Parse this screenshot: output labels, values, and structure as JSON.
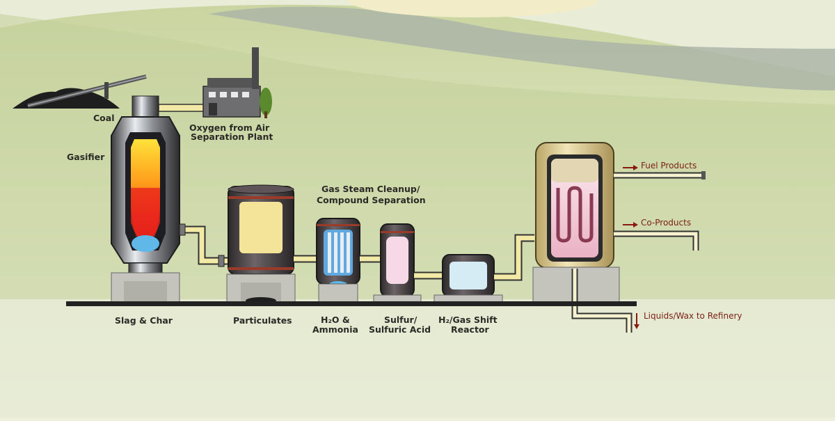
{
  "labels": {
    "coal": "Coal",
    "oxygen_line1": "Oxygen from Air",
    "oxygen_line2": "Separation Plant",
    "gasifier": "Gasifier",
    "cleanup_line1": "Gas Steam Cleanup/",
    "cleanup_line2": "Compound Separation",
    "slag": "Slag & Char",
    "particulates": "Particulates",
    "h2o_line1": "H₂O &",
    "h2o_line2": "Ammonia",
    "sulfur_line1": "Sulfur/",
    "sulfur_line2": "Sulfuric Acid",
    "shift_line1": "H₂/Gas Shift",
    "shift_line2": "Reactor",
    "fuel_products": "Fuel Products",
    "co_products": "Co-Products",
    "liquids": "Liquids/Wax to Refinery"
  },
  "colors": {
    "sky": "#e9ecd3",
    "hills": "#b9c98a",
    "mountain": "#a9b3a6",
    "ground_line": "#222222",
    "vessel_body": "#4d4648",
    "vessel_band": "#9a3a2a",
    "pipe": "#f1e9a5",
    "flame_hot": "#ffd21a",
    "flame_red": "#e8241c",
    "flame_blue": "#5fb8e8",
    "reactor_shell": "#e6d59a",
    "arrow": "#8a1a10"
  }
}
